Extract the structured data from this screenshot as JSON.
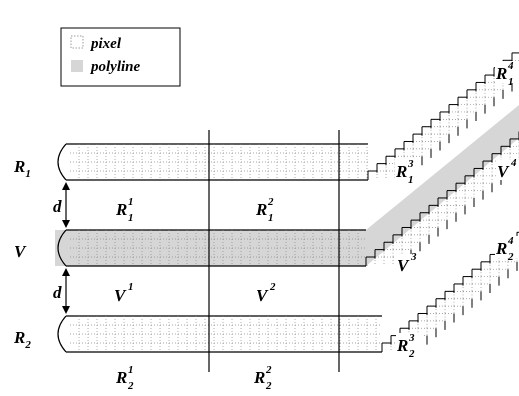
{
  "legend": {
    "items": [
      {
        "id": "pixel",
        "label": "pixel"
      },
      {
        "id": "polyline",
        "label": "polyline"
      }
    ]
  },
  "left_labels": {
    "r1": "R",
    "r1_sub": "1",
    "d_top": "d",
    "v": "V",
    "d_bottom": "d",
    "r2": "R",
    "r2_sub": "2"
  },
  "segment_labels": {
    "r1_seg1": {
      "main": "R",
      "sup": "1",
      "sub": "1"
    },
    "r1_seg2": {
      "main": "R",
      "sup": "2",
      "sub": "1"
    },
    "v_seg1": {
      "main": "V",
      "sup": "1"
    },
    "v_seg2": {
      "main": "V",
      "sup": "2"
    },
    "r2_seg1": {
      "main": "R",
      "sup": "1",
      "sub": "2"
    },
    "r2_seg2": {
      "main": "R",
      "sup": "2",
      "sub": "2"
    },
    "r1_seg3": {
      "main": "R",
      "sup": "3",
      "sub": "1"
    },
    "r1_seg4": {
      "main": "R",
      "sup": "4",
      "sub": "1"
    },
    "v_seg3": {
      "main": "V",
      "sup": "3"
    },
    "v_seg4": {
      "main": "V",
      "sup": "4"
    },
    "r2_seg3": {
      "main": "R",
      "sup": "3",
      "sub": "2"
    },
    "r2_seg4": {
      "main": "R",
      "sup": "4",
      "sub": "2"
    }
  },
  "colors": {
    "polyline_fill": "#d6d6d6",
    "grid_dot": "#8a8a8a",
    "line": "#000000"
  }
}
